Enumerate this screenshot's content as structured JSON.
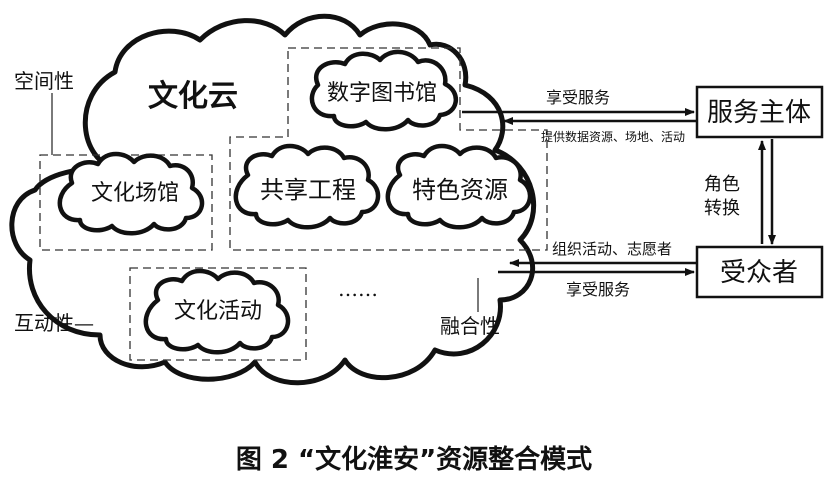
{
  "diagram": {
    "cloud_title": "文化云",
    "clouds": {
      "digital_library": "数字图书馆",
      "culture_venue": "文化场馆",
      "shared_project": "共享工程",
      "featured_resources": "特色资源",
      "culture_activity": "文化活动",
      "ellipsis": "……"
    },
    "boxes": {
      "service_provider": "服务主体",
      "audience": "受众者"
    },
    "annotations": {
      "spatiality": "空间性",
      "interactivity": "互动性—",
      "integration": "融合性"
    },
    "arrow_labels": {
      "enjoy_service_top": "享受服务",
      "provide": "提供数据资源、场地、活动",
      "organize": "组织活动、志愿者",
      "enjoy_service_bottom": "享受服务",
      "role_line1": "角色",
      "role_line2": "转换"
    },
    "caption": "图 2 “文化淮安”资源整合模式"
  }
}
